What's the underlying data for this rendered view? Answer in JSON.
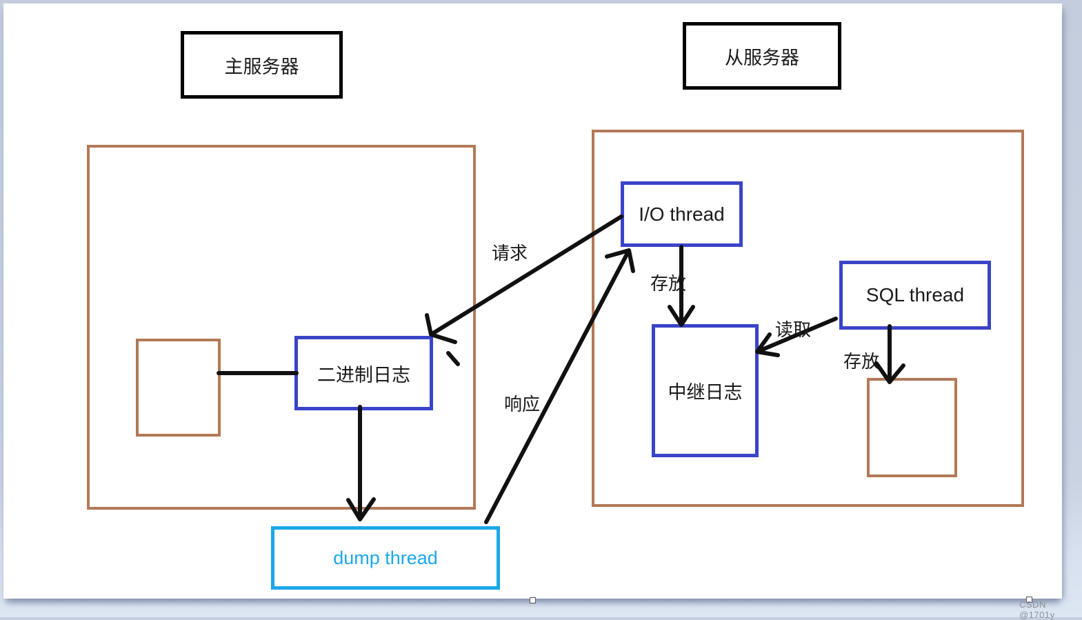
{
  "watermark": "CSDN @1701y",
  "diagram": {
    "title_boxes": {
      "master": "主服务器",
      "slave": "从服务器"
    },
    "nodes": {
      "binlog": "二进制日志",
      "io_thread": "I/O thread",
      "sql_thread": "SQL thread",
      "relay_log": "中继日志",
      "dump_thread": "dump thread"
    },
    "edge_labels": {
      "request": "请求",
      "response": "响应",
      "store_io": "存放",
      "read": "读取",
      "store_sql": "存放"
    },
    "colors": {
      "node_border_blue": "#3a44c8",
      "group_border_brown": "#b27956",
      "dump_thread_cyan": "#1ba7e9",
      "line_black": "#111111"
    }
  }
}
